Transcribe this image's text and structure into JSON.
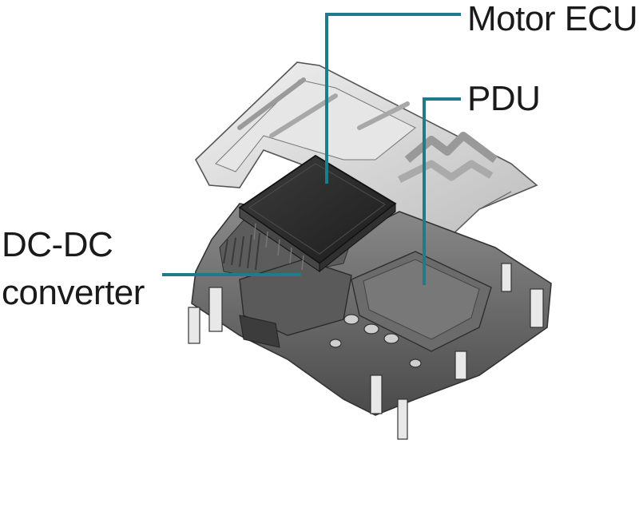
{
  "labels": {
    "motor_ecu": "Motor ECU",
    "pdu": "PDU",
    "dcdc_line1": "DC-DC",
    "dcdc_line2": "converter"
  },
  "colors": {
    "leader_line": "#1f7a8c",
    "text": "#1a1a1a",
    "ecu_cover": "#2b2b2b",
    "housing": "#6e6e6e",
    "lid": "#d6d6d6"
  }
}
